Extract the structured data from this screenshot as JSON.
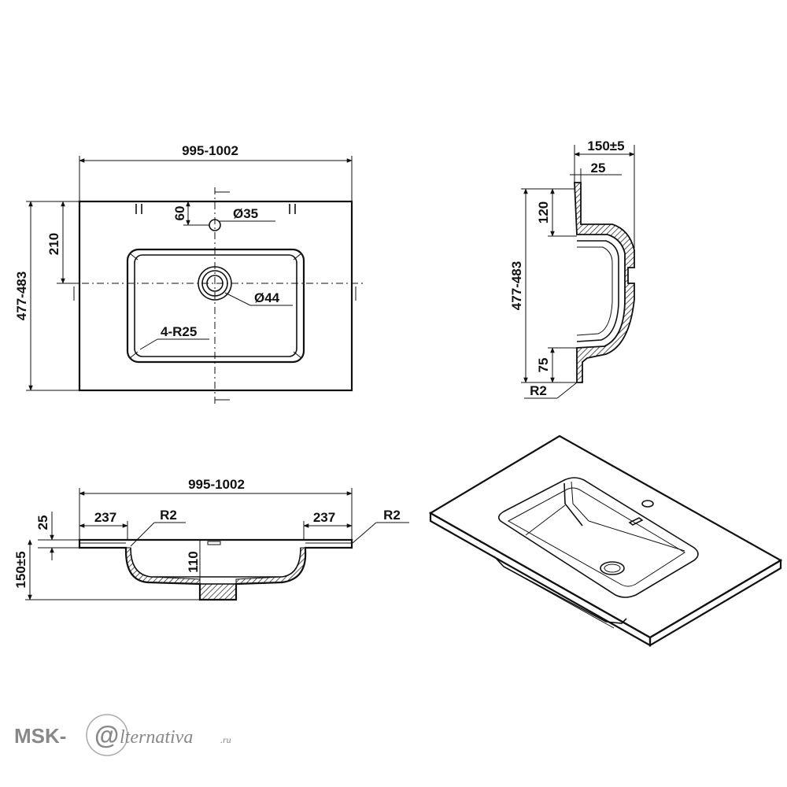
{
  "top_view": {
    "width_label": "995-1002",
    "depth_label": "477-483",
    "offset_label": "210",
    "tap_offset_label": "60",
    "tap_hole_label": "Ø35",
    "drain_label": "Ø44",
    "radius_label": "4-R25"
  },
  "side_view": {
    "height_label": "150±5",
    "thickness_label": "25",
    "top_label": "120",
    "depth_label": "477-483",
    "bottom_label": "75",
    "radius_label": "R2"
  },
  "front_view": {
    "width_label": "995-1002",
    "thickness_label": "25",
    "left_flange_label": "237",
    "right_flange_label": "237",
    "left_radius_label": "R2",
    "right_radius_label": "R2",
    "bowl_depth_label": "110",
    "height_label": "150±5"
  },
  "watermark": {
    "prefix": "MSK-",
    "mark": "@",
    "suffix": "lternativa",
    "domain": ".ru"
  }
}
